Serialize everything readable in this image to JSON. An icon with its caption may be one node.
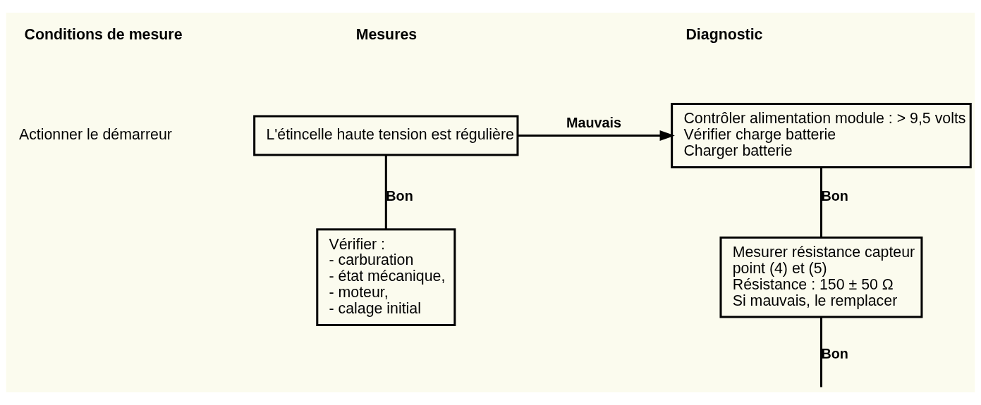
{
  "diagram": {
    "nodes": [
      {
        "text": [
          "L'étincelle haute tension est régulière"
        ]
      },
      {
        "text": [
          "Vérifier :",
          "- carburation",
          "- état mécanique,",
          "- moteur,",
          "- calage initial"
        ]
      },
      {
        "text": [
          "Contrôler alimentation module : > 9,5 volts",
          "Vérifier charge batterie",
          "Charger batterie"
        ]
      },
      {
        "text": [
          "Mesurer résistance capteur",
          "point (4) et (5)",
          "Résistance : 150 ± 50 Ω",
          "Si mauvais, le remplacer"
        ]
      }
    ],
    "edges": [
      {
        "from": 0,
        "to": 1,
        "arrow": "none",
        "label": "Bon"
      },
      {
        "from": 0,
        "to": 2,
        "arrow": "to",
        "label": "Mauvais"
      },
      {
        "from": 2,
        "to": 3,
        "arrow": "none",
        "label": "Bon"
      },
      {
        "from": 3,
        "to": null,
        "arrow": "none",
        "label": "Bon"
      }
    ],
    "labels": [
      "Conditions de mesure",
      "Mesures",
      "Diagnostic",
      "Actionner le démarreur"
    ]
  }
}
